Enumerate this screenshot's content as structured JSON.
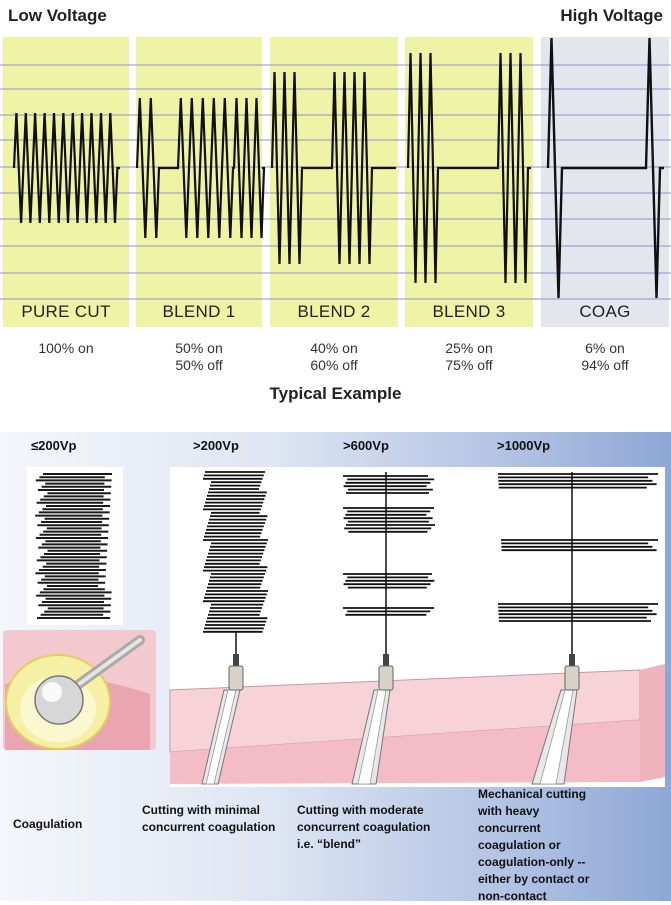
{
  "top_labels": {
    "left": "Low Voltage",
    "right": "High Voltage"
  },
  "panels": [
    {
      "name": "PURE CUT",
      "duty": [
        "100% on"
      ],
      "bg": "#eef3a6"
    },
    {
      "name": "BLEND 1",
      "duty": [
        "50% on",
        "50% off"
      ],
      "bg": "#eef3a6"
    },
    {
      "name": "BLEND 2",
      "duty": [
        "40% on",
        "60% off"
      ],
      "bg": "#eef3a6"
    },
    {
      "name": "BLEND 3",
      "duty": [
        "25% on",
        "75% off"
      ],
      "bg": "#eef3a6"
    },
    {
      "name": "COAG",
      "duty": [
        "6% on",
        "94% off"
      ],
      "bg": "#e4e6ee"
    }
  ],
  "section_title": "Typical Example",
  "voltages": [
    "≤200Vp",
    ">200Vp",
    ">600Vp",
    ">1000Vp"
  ],
  "captions": [
    [
      "Coagulation"
    ],
    [
      "Cutting with minimal",
      "concurrent coagulation"
    ],
    [
      "Cutting with moderate",
      "concurrent coagulation",
      "i.e. “blend”"
    ],
    [
      "Mechanical cutting",
      "with heavy",
      "concurrent",
      "coagulation or",
      "coagulation-only --",
      "either by contact or",
      "non-contact"
    ]
  ],
  "colors": {
    "panel_yellow": "#eef3a6",
    "panel_grey": "#e4e6ee",
    "grid_line": "#8a93c9",
    "tissue_pink": "#f5c6cd",
    "bottom_gradient_end": "#8ea7d6"
  }
}
